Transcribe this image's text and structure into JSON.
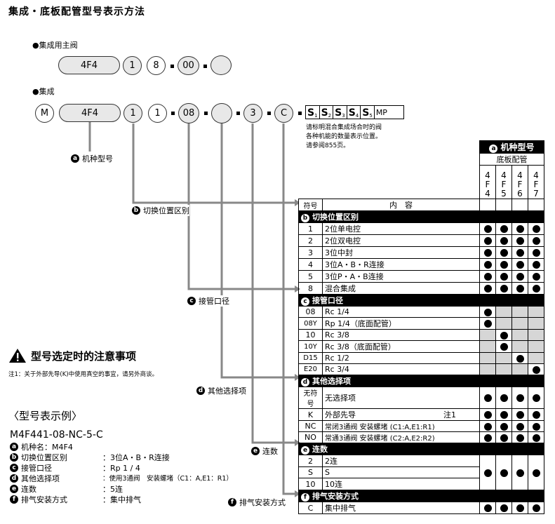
{
  "title": "集成・底板配管型号表示方法",
  "main_valve": {
    "heading": "●集成用主阀",
    "parts": [
      "4F4",
      "1",
      "8",
      "00",
      ""
    ]
  },
  "manifold": {
    "heading": "●集成",
    "parts": [
      "M",
      "4F4",
      "1",
      "1",
      "08",
      "",
      "3",
      "C"
    ],
    "s_boxes": [
      [
        "S",
        "1"
      ],
      [
        "S",
        "2"
      ],
      [
        "S",
        "3"
      ],
      [
        "S",
        "4"
      ],
      [
        "S",
        "5"
      ]
    ],
    "mp": "MP",
    "note": [
      "请标明混合集成场合时的阀",
      "各种机能的数量表示位置。",
      "请参阅855页。"
    ]
  },
  "labels": {
    "a": {
      "letter": "a",
      "text": "机种型号"
    },
    "b": {
      "letter": "b",
      "text": "切换位置区别"
    },
    "c": {
      "letter": "c",
      "text": "接管口径"
    },
    "d": {
      "letter": "d",
      "text": "其他选择项"
    },
    "e": {
      "letter": "e",
      "text": "连数"
    },
    "f": {
      "letter": "f",
      "text": "排气安装方式"
    }
  },
  "table": {
    "head_title": "机种型号",
    "head_sub": "底板配管",
    "col_heads": [
      [
        "4",
        "F",
        "4"
      ],
      [
        "4",
        "F",
        "5"
      ],
      [
        "4",
        "F",
        "6"
      ],
      [
        "4",
        "F",
        "7"
      ]
    ],
    "col_symbol": "符号",
    "col_content": "内　容",
    "sections": [
      {
        "letter": "b",
        "title": "切换位置区别",
        "rows": [
          {
            "code": "1",
            "desc": "2位单电控",
            "marks": [
              1,
              1,
              1,
              1
            ]
          },
          {
            "code": "2",
            "desc": "2位双电控",
            "marks": [
              1,
              1,
              1,
              1
            ]
          },
          {
            "code": "3",
            "desc": "3位中封",
            "marks": [
              1,
              1,
              1,
              1
            ]
          },
          {
            "code": "4",
            "desc": "3位A・B・R连接",
            "marks": [
              1,
              1,
              1,
              1
            ]
          },
          {
            "code": "5",
            "desc": "3位P・A・B连接",
            "marks": [
              1,
              1,
              1,
              1
            ]
          },
          {
            "code": "8",
            "desc": "混合集成",
            "marks": [
              1,
              1,
              1,
              1
            ]
          }
        ]
      },
      {
        "letter": "c",
        "title": "接管口径",
        "rows": [
          {
            "code": "08",
            "desc": "Rc 1/4",
            "marks": [
              1,
              0,
              0,
              0
            ]
          },
          {
            "code": "08Y",
            "desc": "Rp 1/4（底面配管）",
            "marks": [
              1,
              0,
              0,
              0
            ]
          },
          {
            "code": "10",
            "desc": "Rc 3/8",
            "marks": [
              0,
              1,
              0,
              0
            ]
          },
          {
            "code": "10Y",
            "desc": "Rc 3/8（底面配管）",
            "marks": [
              0,
              1,
              0,
              0
            ]
          },
          {
            "code": "D15",
            "desc": "Rc 1/2",
            "marks": [
              0,
              0,
              1,
              0
            ]
          },
          {
            "code": "E20",
            "desc": "Rc 3/4",
            "marks": [
              0,
              0,
              0,
              1
            ]
          }
        ]
      },
      {
        "letter": "d",
        "title": "其他选择项",
        "rows": [
          {
            "code": "无符号",
            "desc": "无选择项",
            "marks": [
              1,
              1,
              1,
              1
            ]
          },
          {
            "code": "K",
            "desc": "外部先导",
            "note": "注1",
            "marks": [
              1,
              1,
              1,
              1
            ]
          },
          {
            "code": "NC",
            "desc": "常闭3通阀 安装螺堵 (C1:A,E1:R1)",
            "marks": [
              1,
              1,
              1,
              1
            ]
          },
          {
            "code": "NO",
            "desc": "常通3通阀 安装螺堵 (C2:A,E2:R2)",
            "marks": [
              1,
              1,
              1,
              1
            ]
          }
        ]
      },
      {
        "letter": "e",
        "title": "连数",
        "rows": [
          {
            "code": "2",
            "desc": "2连"
          },
          {
            "code": "S",
            "desc": "S"
          },
          {
            "code": "10",
            "desc": "10连"
          }
        ],
        "merged_marks": [
          1,
          1,
          1,
          1
        ]
      },
      {
        "letter": "f",
        "title": "排气安装方式",
        "rows": [
          {
            "code": "C",
            "desc": "集中排气",
            "marks": [
              1,
              1,
              1,
              1
            ]
          }
        ]
      }
    ]
  },
  "warning": {
    "title": "型号选定时的注意事项",
    "note": "注1：关于外部先导(K)中使用真空的事宜，请另外商谈。"
  },
  "example": {
    "heading": "〈型号表示例〉",
    "model": "M4F441-08-NC-5-C",
    "items": [
      {
        "letter": "a",
        "label": "机种名：M4F4",
        "value": ""
      },
      {
        "letter": "b",
        "label": "切换位置区别",
        "value": "：3位A・B・R连接"
      },
      {
        "letter": "c",
        "label": "接管口径",
        "value": "：Rp 1 / 4"
      },
      {
        "letter": "d",
        "label": "其他选择项",
        "value": "：使用3通阀　安装螺堵（C1：A,E1：R1）"
      },
      {
        "letter": "e",
        "label": "连数",
        "value": "：5连"
      },
      {
        "letter": "f",
        "label": "排气安装方式",
        "value": "：集中排气"
      }
    ]
  }
}
